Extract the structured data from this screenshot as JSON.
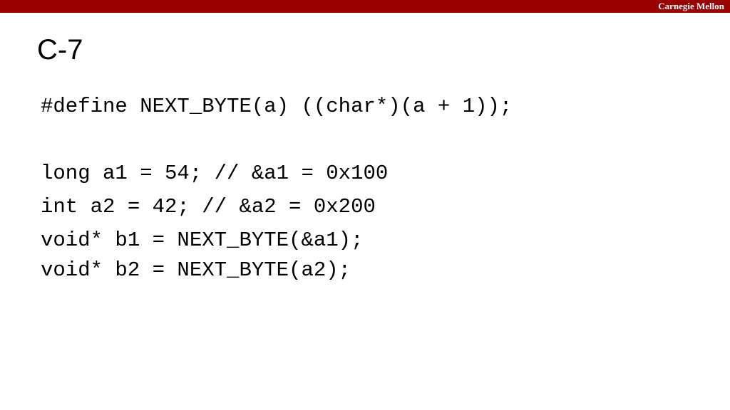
{
  "header": {
    "brand": "Carnegie Mellon",
    "accent_color": "#990000"
  },
  "slide": {
    "title": "C-7",
    "code_lines": [
      "#define NEXT_BYTE(a) ((char*)(a + 1));",
      "long a1 = 54; // &a1 = 0x100",
      "int a2 = 42; // &a2 = 0x200",
      "void* b1 = NEXT_BYTE(&a1);",
      "void* b2 = NEXT_BYTE(a2);"
    ]
  }
}
